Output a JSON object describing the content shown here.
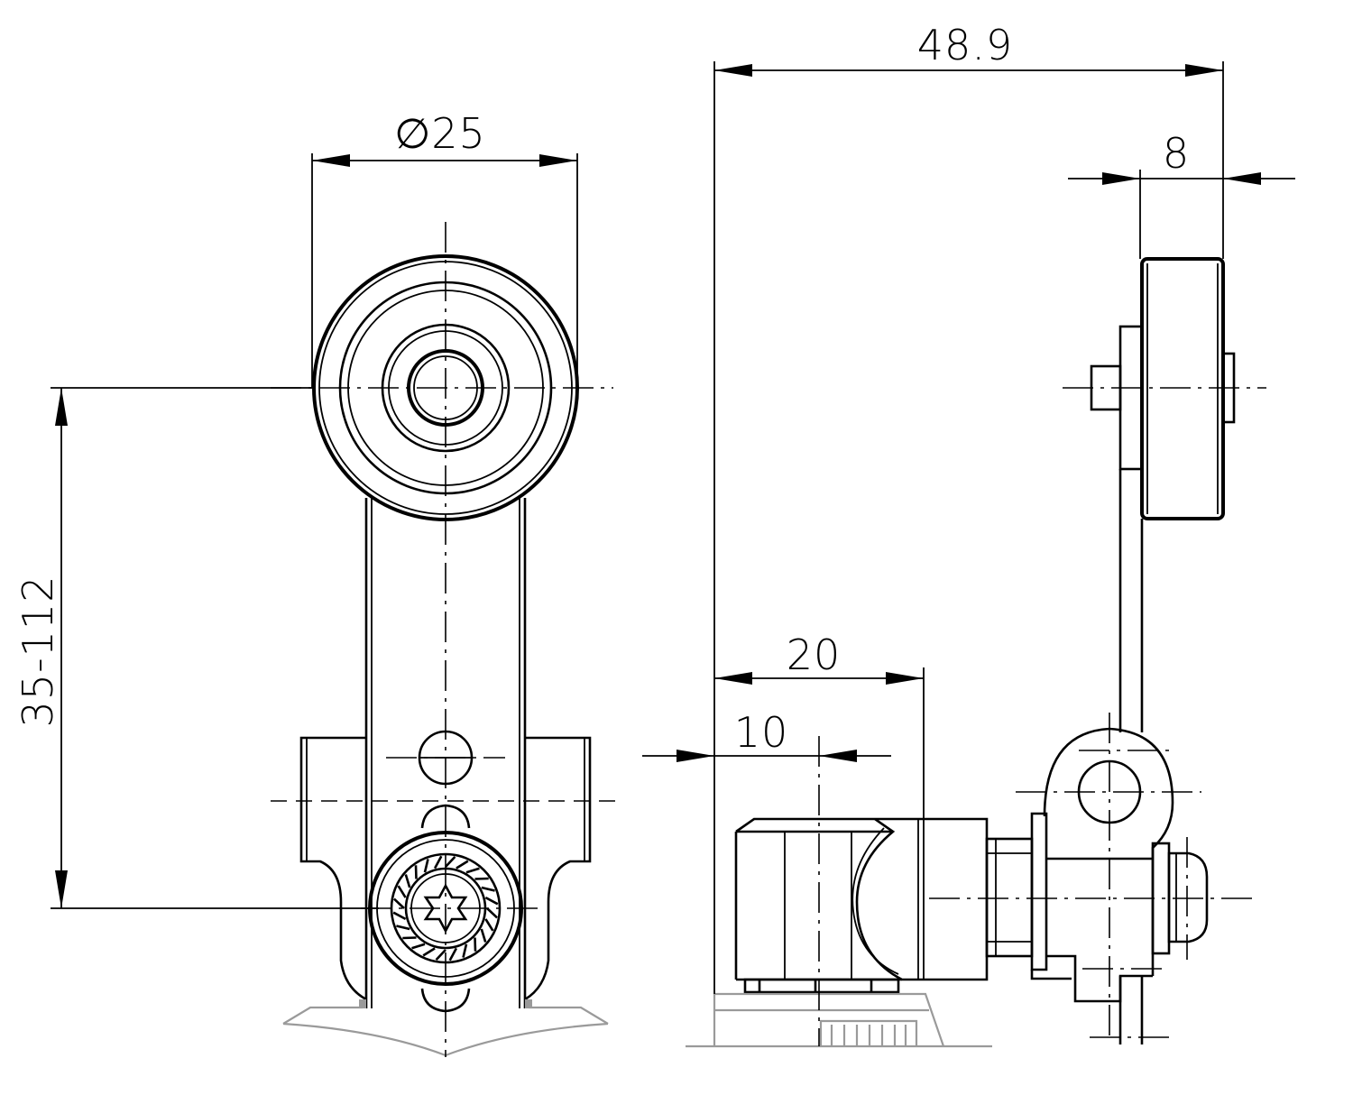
{
  "dimensions": {
    "roller_diameter": "∅25",
    "lever_length": "35-112",
    "overall_width": "48.9",
    "roller_width": "8",
    "mount_offset": "20",
    "actuator_offset": "10"
  },
  "colors": {
    "line": "#000000",
    "reference_outline": "#9a9a9a",
    "background": "#ffffff"
  }
}
